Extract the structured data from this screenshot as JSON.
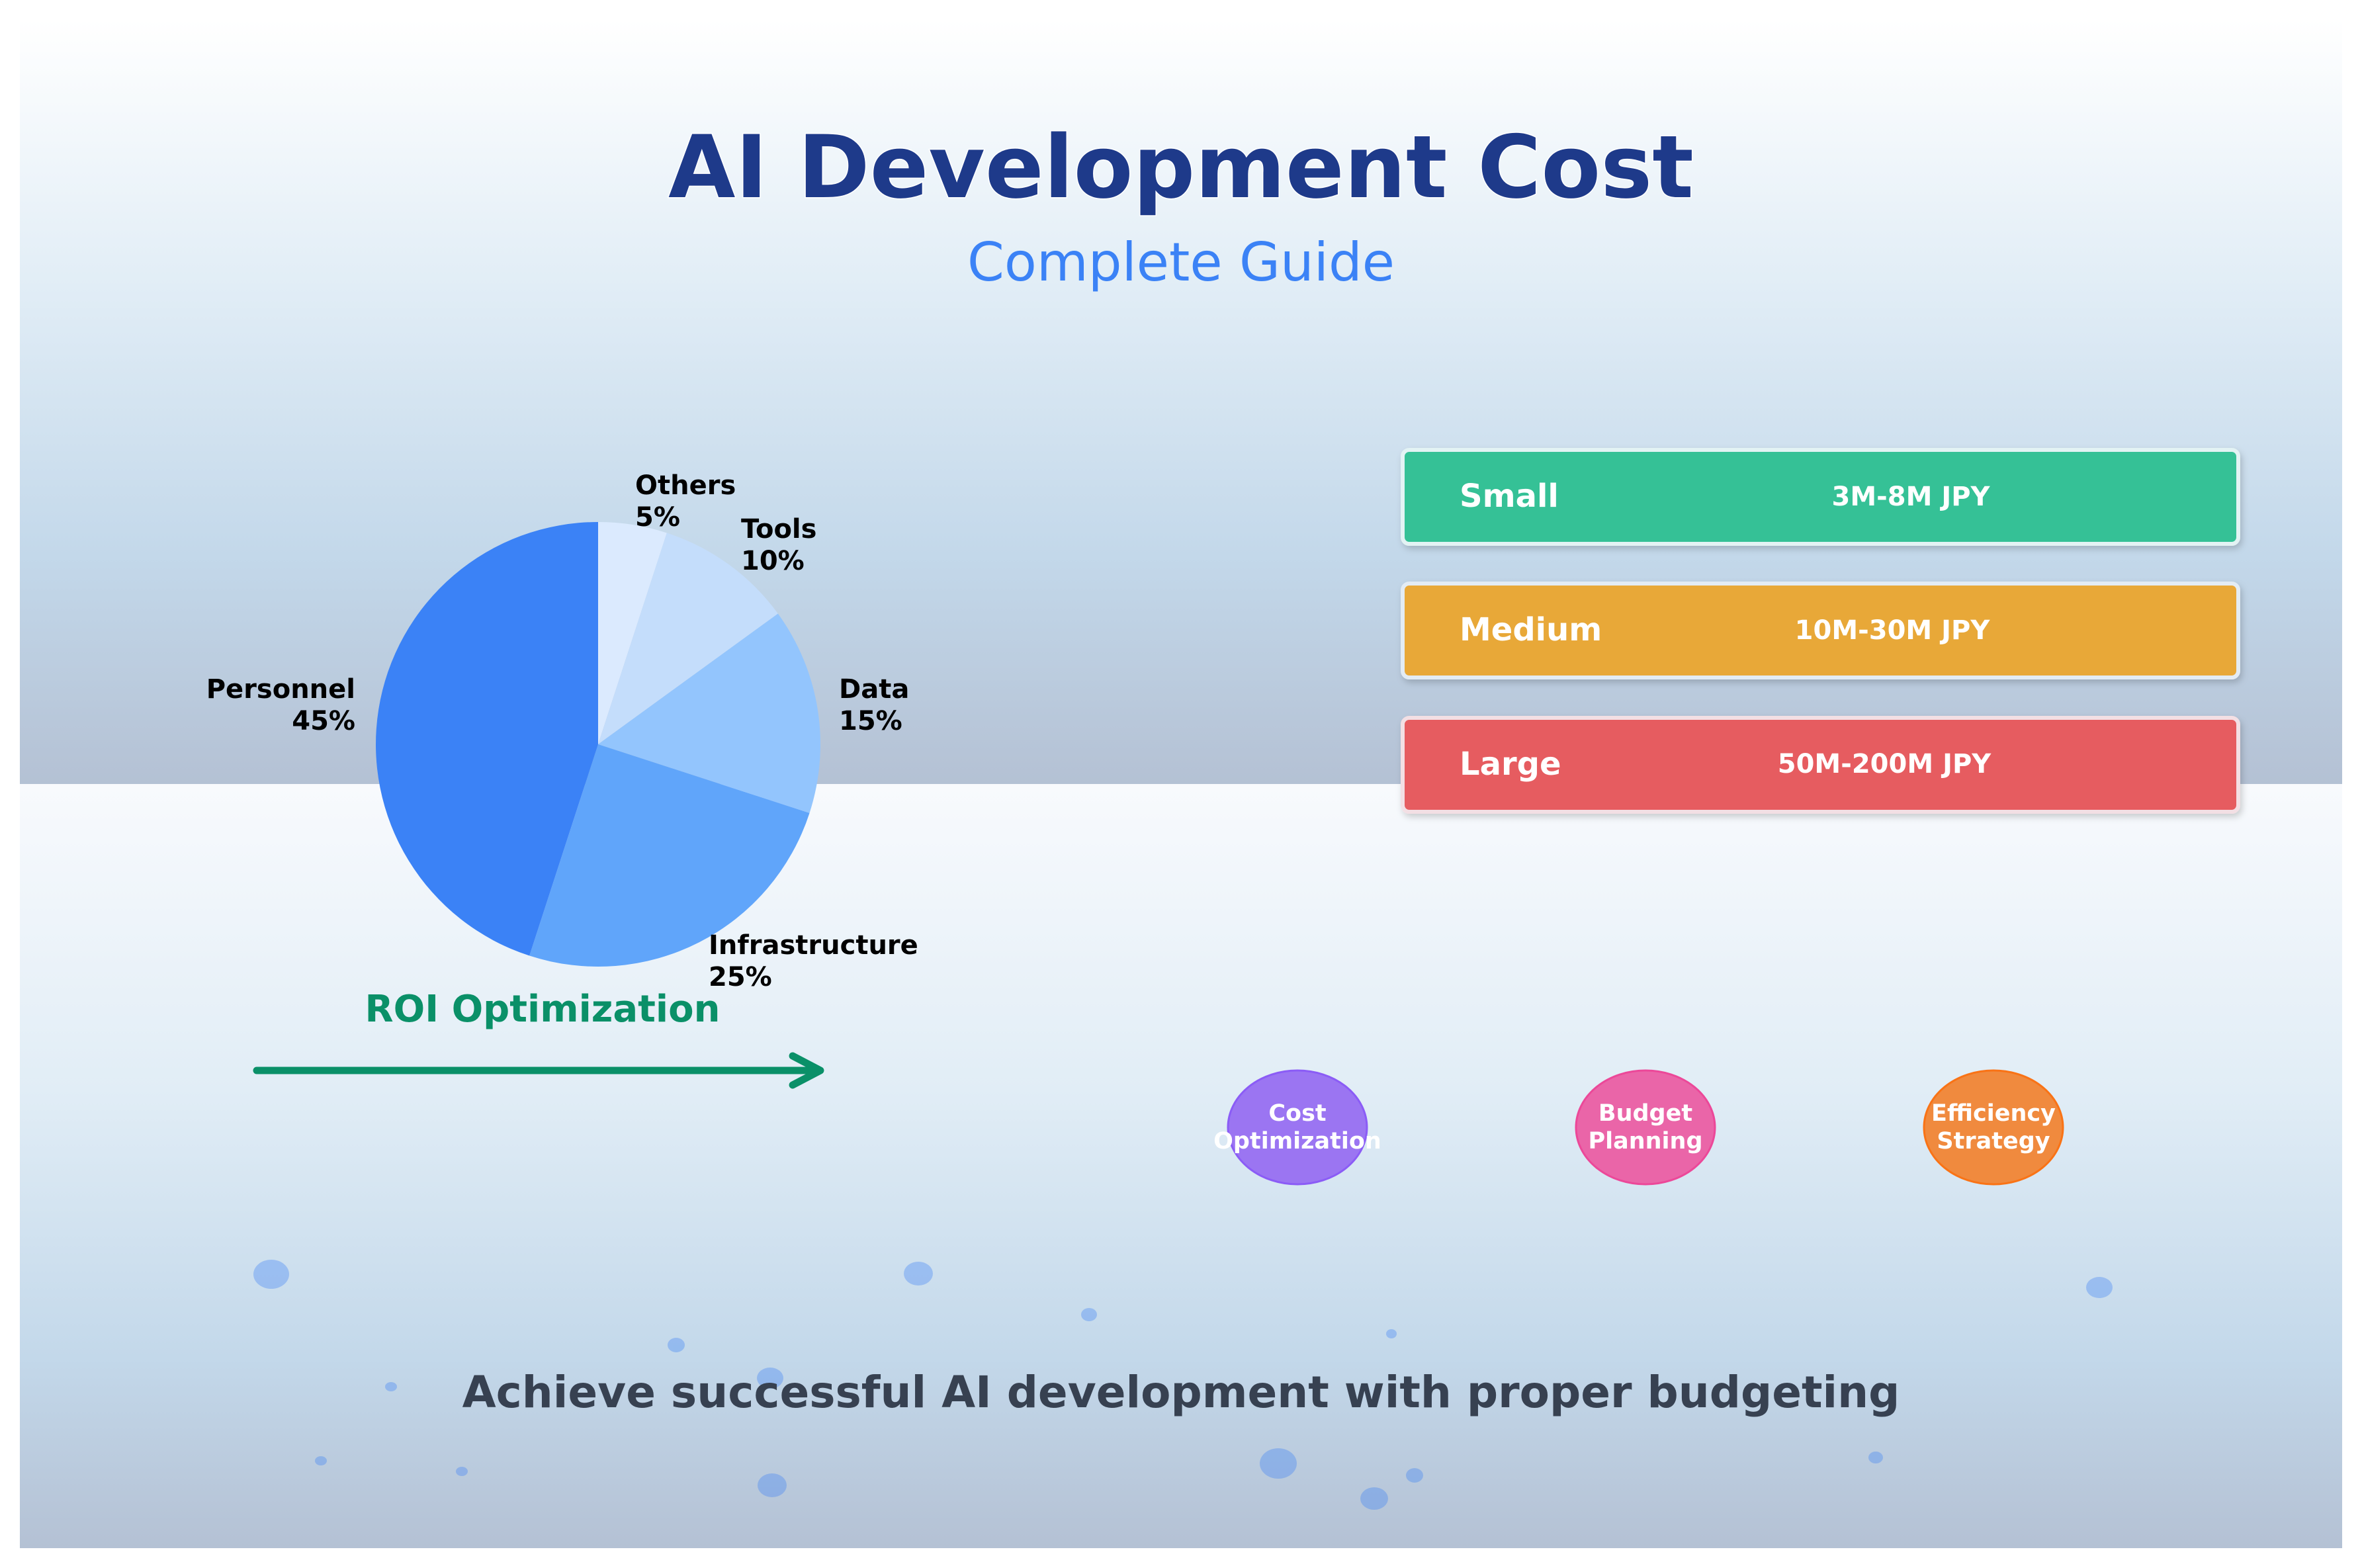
{
  "header": {
    "title": "AI Development Cost",
    "subtitle": "Complete Guide"
  },
  "chart_data": {
    "type": "pie",
    "slices": [
      {
        "label": "Others",
        "value": 5,
        "percent_label": "5%",
        "color": "#dbeafe"
      },
      {
        "label": "Tools",
        "value": 10,
        "percent_label": "10%",
        "color": "#c4ddfb"
      },
      {
        "label": "Data",
        "value": 15,
        "percent_label": "15%",
        "color": "#93c5fd"
      },
      {
        "label": "Infrastructure",
        "value": 25,
        "percent_label": "25%",
        "color": "#60a5fa"
      },
      {
        "label": "Personnel",
        "value": 45,
        "percent_label": "45%",
        "color": "#3b82f6"
      }
    ],
    "start": "top",
    "direction": "clockwise"
  },
  "scale_cards": [
    {
      "name": "Small",
      "range": "3M-8M JPY",
      "color": "#34c196"
    },
    {
      "name": "Medium",
      "range": "10M-30M JPY",
      "color": "#e8a838"
    },
    {
      "name": "Large",
      "range": "50M-200M JPY",
      "color": "#e65c61"
    }
  ],
  "roi": {
    "label": "ROI Optimization",
    "color": "#0a9068"
  },
  "strategies": [
    {
      "lines": [
        "Cost",
        "Optimization"
      ],
      "color": "#9b75f2"
    },
    {
      "lines": [
        "Budget",
        "Planning"
      ],
      "color": "#ea65a8"
    },
    {
      "lines": [
        "Efficiency",
        "Strategy"
      ],
      "color": "#f08a3e"
    }
  ],
  "footer": {
    "tagline": "Achieve successful AI development with proper budgeting"
  },
  "colors": {
    "title": "#1e3a8a",
    "subtitle": "#3b82f6",
    "tagline": "#374151",
    "bubble": "#3b82f6"
  }
}
